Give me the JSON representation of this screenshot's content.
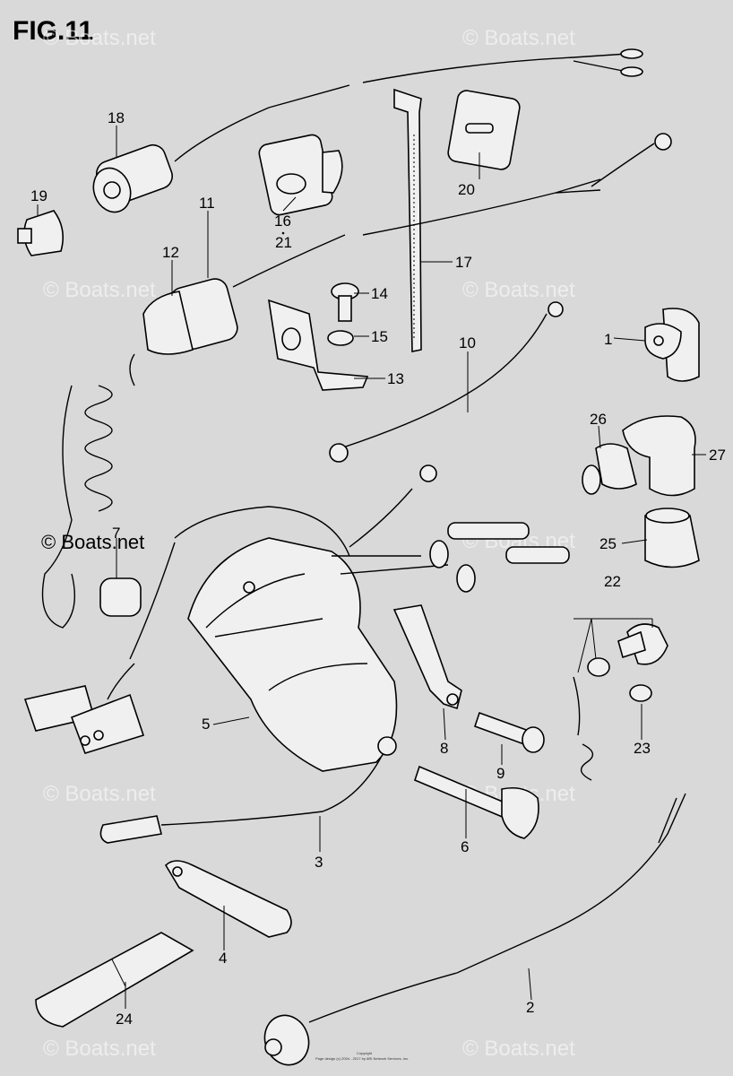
{
  "figure": {
    "title": "FIG.11",
    "watermark": "© Boats.net",
    "watermark_main": "© Boats.net",
    "copyright_line1": "Copyright",
    "copyright_line2": "Page design (c) 2004 - 2017 by ARI Network Services, Inc."
  },
  "callouts": [
    {
      "id": "c1",
      "label": "1"
    },
    {
      "id": "c2",
      "label": "2"
    },
    {
      "id": "c3",
      "label": "3"
    },
    {
      "id": "c4",
      "label": "4"
    },
    {
      "id": "c5",
      "label": "5"
    },
    {
      "id": "c6",
      "label": "6"
    },
    {
      "id": "c7",
      "label": "7"
    },
    {
      "id": "c8",
      "label": "8"
    },
    {
      "id": "c9",
      "label": "9"
    },
    {
      "id": "c10",
      "label": "10"
    },
    {
      "id": "c11",
      "label": "11"
    },
    {
      "id": "c12",
      "label": "12"
    },
    {
      "id": "c13",
      "label": "13"
    },
    {
      "id": "c14",
      "label": "14"
    },
    {
      "id": "c15",
      "label": "15"
    },
    {
      "id": "c16",
      "label": "16"
    },
    {
      "id": "c17",
      "label": "17"
    },
    {
      "id": "c18",
      "label": "18"
    },
    {
      "id": "c19",
      "label": "19"
    },
    {
      "id": "c20",
      "label": "20"
    },
    {
      "id": "c21",
      "label": "21"
    },
    {
      "id": "c22",
      "label": "22"
    },
    {
      "id": "c23",
      "label": "23"
    },
    {
      "id": "c24",
      "label": "24"
    },
    {
      "id": "c25",
      "label": "25"
    },
    {
      "id": "c26",
      "label": "26"
    },
    {
      "id": "c27",
      "label": "27"
    }
  ]
}
